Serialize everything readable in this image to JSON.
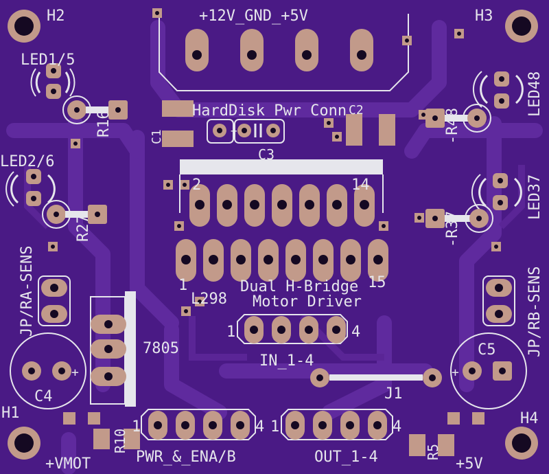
{
  "colors": {
    "board": "#4a1a85",
    "copper": "#5f2a9e",
    "pad": "#c29a8a",
    "hole": "#150922",
    "silk": "#e6e6ec"
  },
  "labels": {
    "h2": "H2",
    "h3": "H3",
    "h1": "H1",
    "h4": "H4",
    "led15": "LED1/5",
    "led26": "LED2/6",
    "led48": "LED48",
    "led37": "LED37",
    "r16": "R16",
    "r27": "R27",
    "r48": "-R48",
    "r37": "-R37",
    "power_conn": "+12V_GND_+5V",
    "hdd": "HardDisk Pwr Conn",
    "c1": "C1",
    "c2": "C2",
    "c3": "C3",
    "c4": "C4",
    "c5": "C5",
    "pin2": "2",
    "pin14": "14",
    "pin1": "1",
    "pin15": "15",
    "l298": "L298",
    "hbridge1": "Dual H-Bridge",
    "hbridge2": "Motor Driver",
    "in_1": "1",
    "in_4": "4",
    "in_label": "IN_1-4",
    "jp_ra": "JP/RA-SENS",
    "jp_rb": "JP/RB-SENS",
    "reg": "7805",
    "j1": "J1",
    "pwr_1": "1",
    "pwr_4": "4",
    "out_1": "1",
    "out_4": "4",
    "pwr_label": "PWR_&_ENA/B",
    "out_label": "OUT_1-4",
    "r10": "R10",
    "r5": "R5",
    "vmot": "+VMOT",
    "v5": "+5V",
    "plus_c4": "+",
    "plus_c5": "+",
    "plus_c3": "+"
  }
}
